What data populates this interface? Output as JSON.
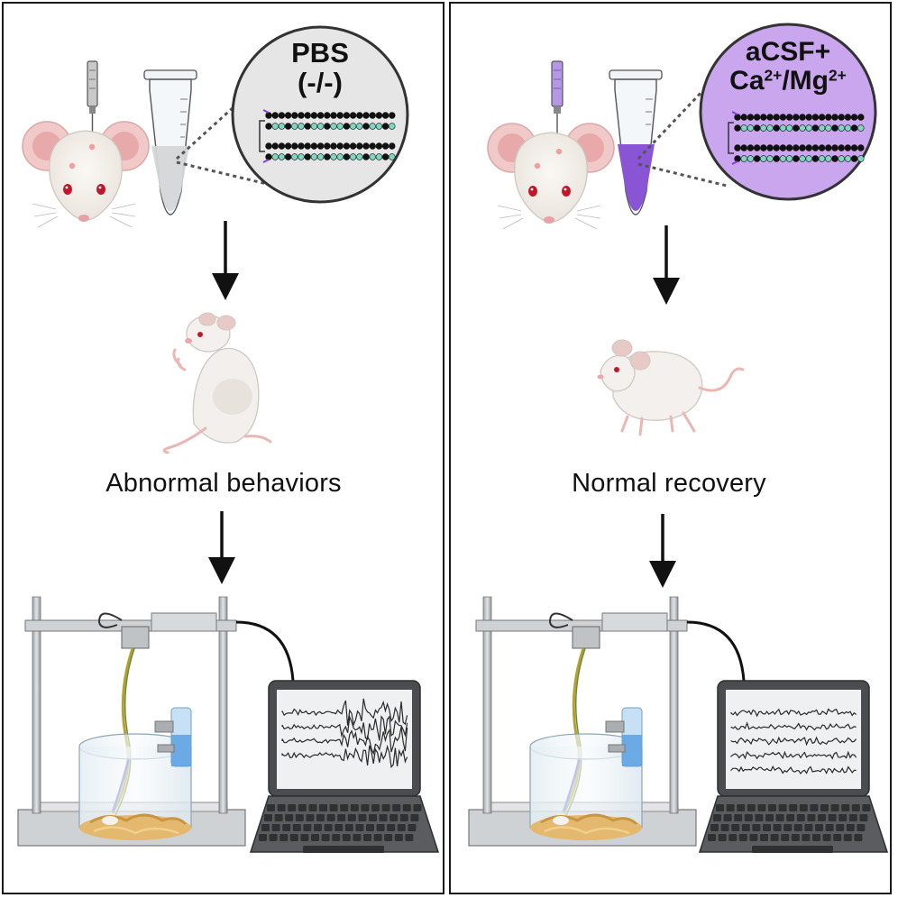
{
  "panels": [
    {
      "id": "left",
      "solution_line1": "PBS",
      "solution_line2": "(-/-)",
      "outcome": "Abnormal behaviors",
      "lens_color": "#e6e6e6",
      "liquid_color": "#d4d6d8",
      "syringe_color": "#c8c8c8",
      "eeg_pattern": "seizure"
    },
    {
      "id": "right",
      "solution_line1": "aCSF+",
      "solution_ion_a": "Ca",
      "solution_charge_a": "2+",
      "solution_sep": "/Mg",
      "solution_charge_b": "2+",
      "outcome": "Normal recovery",
      "lens_color": "#c9a6ee",
      "liquid_color": "#8a55d4",
      "syringe_color": "#b697e6",
      "eeg_pattern": "normal"
    }
  ],
  "icons": [
    "syringe-icon",
    "microtube-icon",
    "mouse-head-icon",
    "arrow-down-icon",
    "mouse-rearing-icon",
    "mouse-walking-icon",
    "eeg-rig-icon",
    "laptop-icon"
  ]
}
